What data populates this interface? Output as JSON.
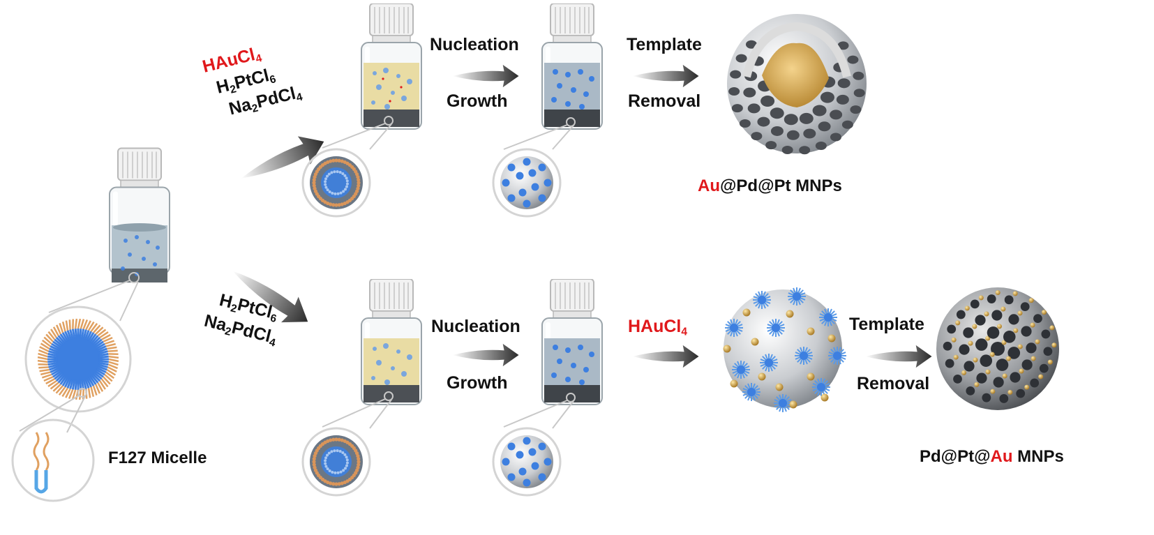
{
  "colors": {
    "highlight_red": "#e0181b",
    "micelle_blue": "#3d7fe0",
    "micelle_orange": "#e0a060",
    "gold": "#c99a3a",
    "solution_yellow": "#e9dca4",
    "solution_grey_blue": "#aab9c6",
    "cap_white": "#f2f2f2"
  },
  "icons": {
    "vial": "glass-vial-icon",
    "arrow": "gradient-arrow-icon",
    "micelle": "f127-micelle-sphere-icon",
    "nanoparticle": "mesoporous-nanoparticle-icon",
    "polymer": "f127-polymer-chain-icon"
  },
  "labels": {
    "f127_micelle": "F127 Micelle",
    "top_route": {
      "reagent_1": "HAuCl",
      "reagent_1_sub": "4",
      "reagent_2_a": "H",
      "reagent_2_sub_a": "2",
      "reagent_2_b": "PtCl",
      "reagent_2_sub_b": "6",
      "reagent_3_a": "Na",
      "reagent_3_sub_a": "2",
      "reagent_3_b": "PdCl",
      "reagent_3_sub_b": "4",
      "step_1_top": "Nucleation",
      "step_1_bottom": "Growth",
      "step_2_top": "Template",
      "step_2_bottom": "Removal",
      "product_core": "Au",
      "product_rest": "@Pd@Pt MNPs"
    },
    "bottom_route": {
      "reagent_1_a": "H",
      "reagent_1_sub_a": "2",
      "reagent_1_b": "PtCl",
      "reagent_1_sub_b": "6",
      "reagent_2_a": "Na",
      "reagent_2_sub_a": "2",
      "reagent_2_b": "PdCl",
      "reagent_2_sub_b": "4",
      "step_1_top": "Nucleation",
      "step_1_bottom": "Growth",
      "added_reagent": "HAuCl",
      "added_reagent_sub": "4",
      "step_2_top": "Template",
      "step_2_bottom": "Removal",
      "product_prefix": "Pd@Pt@",
      "product_shell": "Au",
      "product_suffix": " MNPs"
    }
  }
}
